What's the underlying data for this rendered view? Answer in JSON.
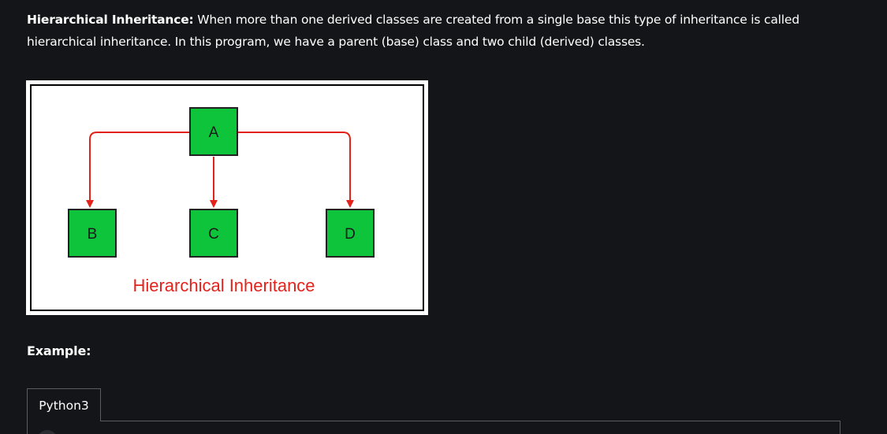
{
  "intro": {
    "term": "Hierarchical Inheritance:",
    "text": " When more than one derived classes are created from a single base this type of inheritance is called hierarchical inheritance. In this program, we have a parent (base) class and two child (derived) classes."
  },
  "diagram": {
    "nodes": {
      "a": "A",
      "b": "B",
      "c": "C",
      "d": "D"
    },
    "caption": "Hierarchical Inheritance",
    "colors": {
      "node_fill": "#0ec43b",
      "arrow": "#e3231b",
      "caption": "#e3231b"
    }
  },
  "example": {
    "heading": "Example:"
  },
  "code_block": {
    "tab_label": "Python3"
  }
}
